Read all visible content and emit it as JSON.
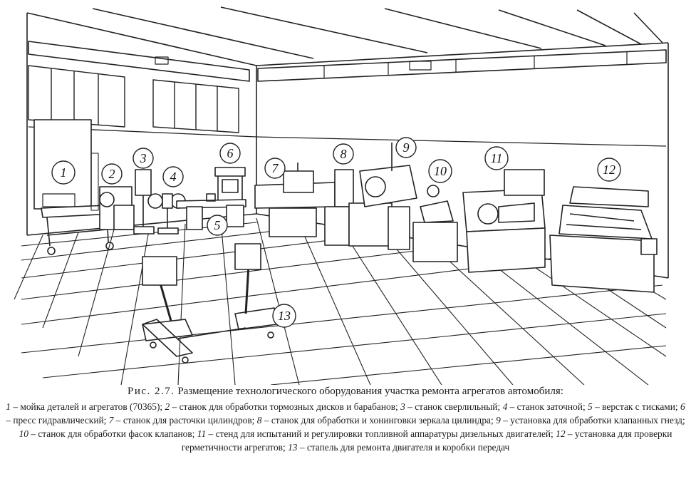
{
  "figure": {
    "number_label": "Рис. 2.7.",
    "title": "Размещение технологического оборудования участка ремонта агрегатов автомобиля:",
    "callouts": [
      "1",
      "2",
      "3",
      "4",
      "5",
      "6",
      "7",
      "8",
      "9",
      "10",
      "11",
      "12",
      "13"
    ]
  },
  "legend": [
    {
      "num": "1",
      "text": "мойка деталей и агрегатов (70365);"
    },
    {
      "num": "2",
      "text": "станок для обработки тормозных дисков и барабанов;"
    },
    {
      "num": "3",
      "text": "станок сверлильный;"
    },
    {
      "num": "4",
      "text": "станок заточной;"
    },
    {
      "num": "5",
      "text": "верстак с тисками;"
    },
    {
      "num": "6",
      "text": "пресс гидравлический;"
    },
    {
      "num": "7",
      "text": "станок для расточки цилиндров;"
    },
    {
      "num": "8",
      "text": "станок для обработки и хонинговки зеркала цилиндра;"
    },
    {
      "num": "9",
      "text": "установка для обработки клапанных гнезд;"
    },
    {
      "num": "10",
      "text": "станок для обработки фасок клапанов;"
    },
    {
      "num": "11",
      "text": "стенд для испытаний и регулировки топливной аппаратуры дизельных двигателей;"
    },
    {
      "num": "12",
      "text": "установка для проверки герметичности агрегатов;"
    },
    {
      "num": "13",
      "text": "стапель для ремонта двигателя и коробки передач"
    }
  ]
}
